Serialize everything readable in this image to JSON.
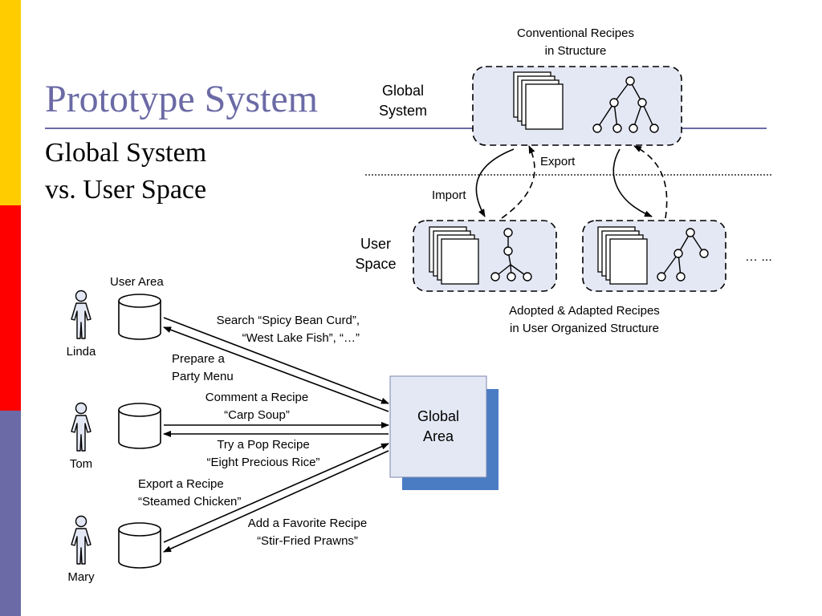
{
  "slide": {
    "title": "Prototype System",
    "subtitle_line1": "Global System",
    "subtitle_line2": "vs. User Space"
  },
  "colors": {
    "accent_bar_yellow": "#ffcc00",
    "accent_bar_red": "#ff0000",
    "accent_bar_purple": "#6b6aa6",
    "title": "#6b6aa6",
    "panel_fill": "#e4e8f4",
    "global_area_shadow": "#4a7cc4"
  },
  "top": {
    "conventional_line1": "Conventional Recipes",
    "conventional_line2": "in Structure",
    "global_system_line1": "Global",
    "global_system_line2": "System",
    "export": "Export",
    "import": "Import",
    "user_space_line1": "User",
    "user_space_line2": "Space",
    "ellipsis": "… ...",
    "adopted_line1": "Adopted & Adapted Recipes",
    "adopted_line2": "in User Organized Structure"
  },
  "bottom": {
    "user_area": "User Area",
    "users": [
      "Linda",
      "Tom",
      "Mary"
    ],
    "global_area_line1": "Global",
    "global_area_line2": "Area",
    "actions": {
      "search_line1": "Search “Spicy Bean Curd”,",
      "search_line2": "“West Lake Fish”, “…”",
      "prepare_line1": "Prepare a",
      "prepare_line2": "Party Menu",
      "comment_line1": "Comment a Recipe",
      "comment_line2": "“Carp Soup”",
      "try_line1": "Try a Pop Recipe",
      "try_line2": "“Eight Precious Rice”",
      "export_line1": "Export a Recipe",
      "export_line2": "“Steamed Chicken”",
      "favorite_line1": "Add a Favorite Recipe",
      "favorite_line2": "“Stir-Fried Prawns”"
    }
  }
}
